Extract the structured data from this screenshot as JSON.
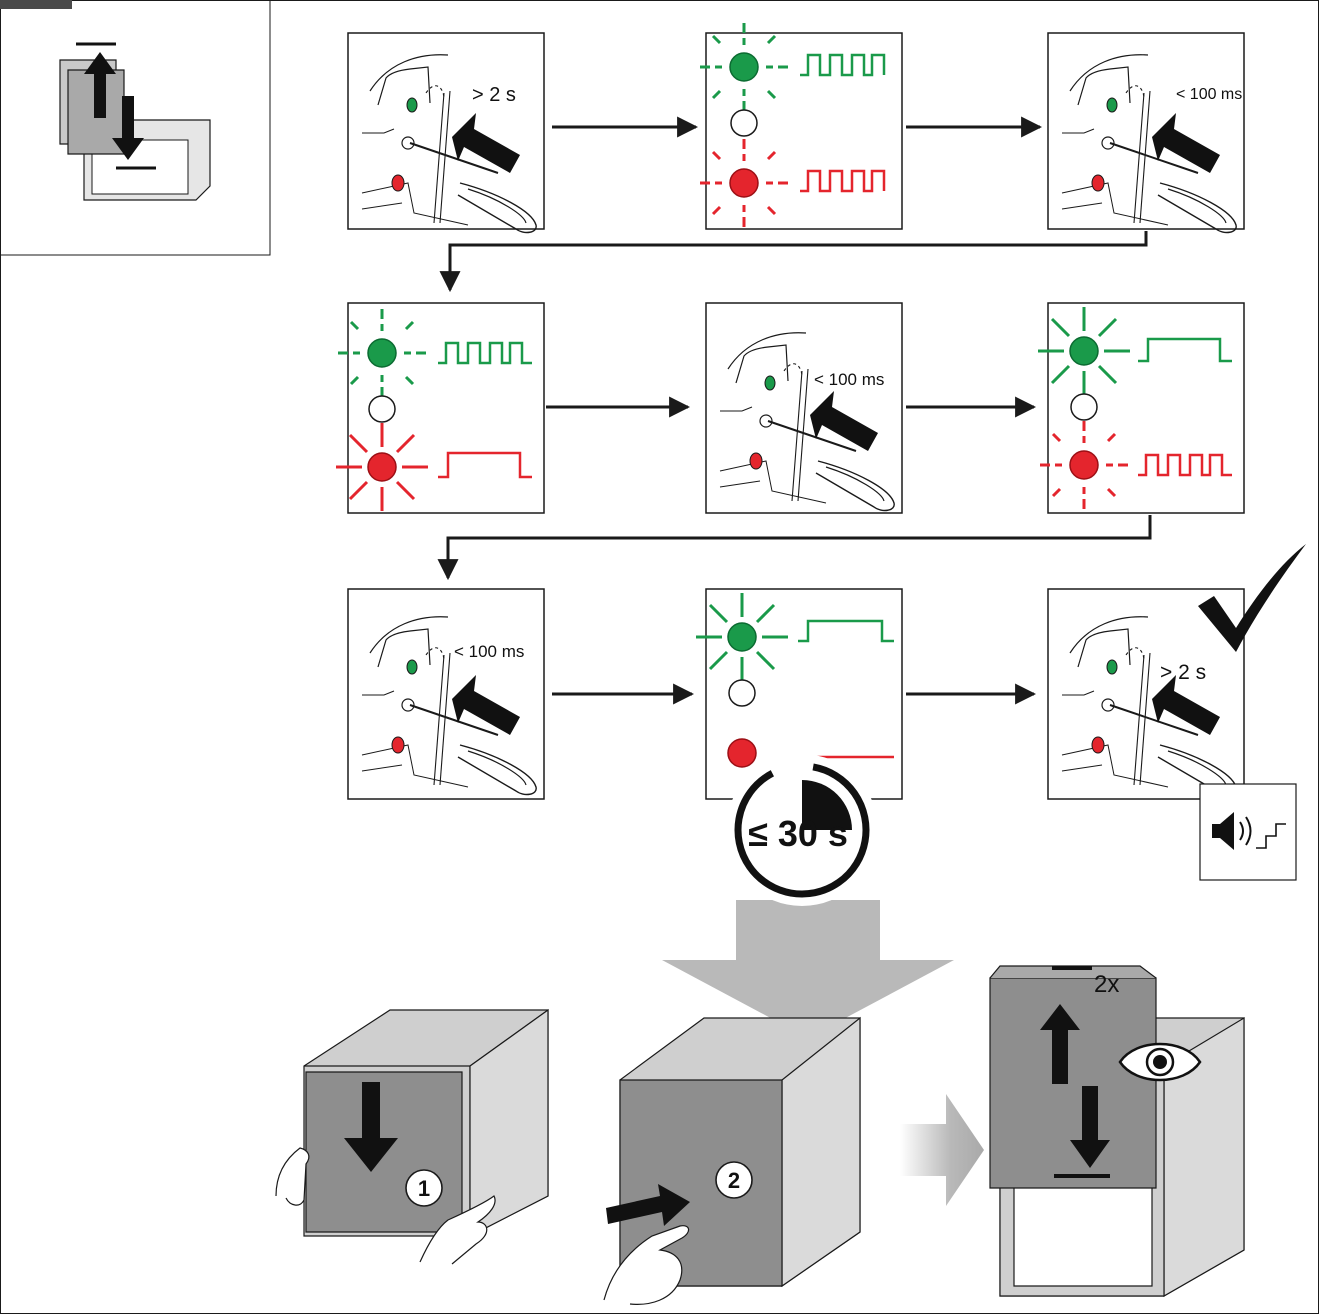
{
  "colors": {
    "green": "#1a9a4a",
    "green_dark": "#0b6b31",
    "red": "#e4252d",
    "red_dark": "#9c0f15",
    "gray_door": "#8e8e8e",
    "gray_body": "#cfcfcf",
    "gray_arrow": "#b9b9b9",
    "line": "#1a1a1a"
  },
  "steps": {
    "step1": {
      "label": "> 2 s"
    },
    "step3": {
      "label": "< 100 ms"
    },
    "step5": {
      "label": "< 100 ms"
    },
    "step7": {
      "label": "< 100 ms"
    },
    "step9": {
      "label": "> 2 s"
    }
  },
  "timer": {
    "label": "≤ 30 s",
    "fraction": 0.25
  },
  "actions": {
    "step_one_marker": "1",
    "step_two_marker": "2",
    "repeat_label": "2x"
  },
  "icons": {
    "header": "door-open-close-icon",
    "confirm": "checkmark-icon",
    "sound": "speaker-icon",
    "observe": "eye-icon"
  }
}
